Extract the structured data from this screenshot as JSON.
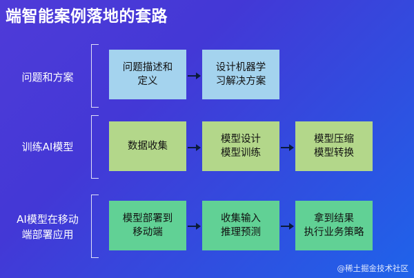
{
  "title": "端智能案例落地的套路",
  "rows": [
    {
      "label": "问题和方案",
      "boxes": [
        "问题描述和\n定义",
        "设计机器学\n习解决方案"
      ]
    },
    {
      "label": "训练AI模型",
      "boxes": [
        "数据收集",
        "模型设计\n模型训练",
        "模型压缩\n模型转换"
      ]
    },
    {
      "label": "AI模型在移动\n端部署应用",
      "boxes": [
        "模型部署到\n移动端",
        "收集输入\n推理预测",
        "拿到结果\n执行业务策略"
      ]
    }
  ],
  "watermark": "@稀土掘金技术社区"
}
